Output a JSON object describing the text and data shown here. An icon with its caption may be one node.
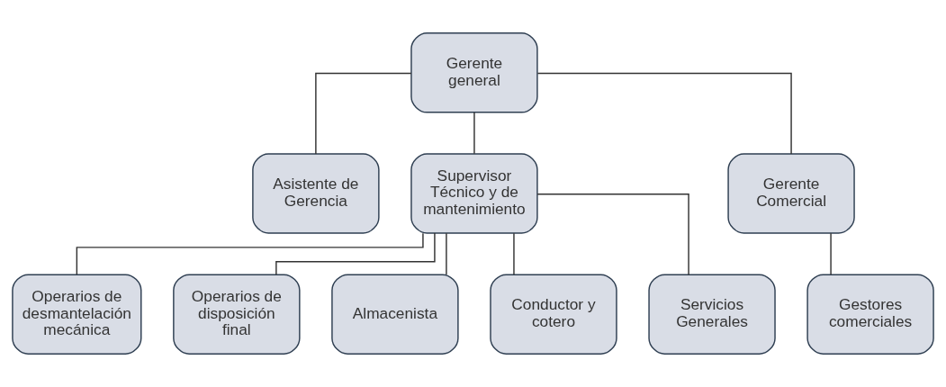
{
  "diagram": {
    "nodes": [
      {
        "text": [
          "Gerente general"
        ]
      },
      {
        "text": [
          "Asistente de Gerencia"
        ]
      },
      {
        "text": [
          "Supervisor Técnico y de mantenimiento"
        ]
      },
      {
        "text": [
          "Gerente Comercial"
        ]
      },
      {
        "text": [
          "Operarios de desmantelación mecánica"
        ]
      },
      {
        "text": [
          "Operarios de disposición final"
        ]
      },
      {
        "text": [
          "Almacenista"
        ]
      },
      {
        "text": [
          "Conductor y cotero"
        ]
      },
      {
        "text": [
          "Servicios Generales"
        ]
      },
      {
        "text": [
          "Gestores comerciales"
        ]
      }
    ],
    "edges": [
      {
        "from": 0,
        "to": 1,
        "arrow": "none"
      },
      {
        "from": 0,
        "to": 2,
        "arrow": "none"
      },
      {
        "from": 0,
        "to": 3,
        "arrow": "none"
      },
      {
        "from": 2,
        "to": 4,
        "arrow": "none"
      },
      {
        "from": 2,
        "to": 5,
        "arrow": "none"
      },
      {
        "from": 2,
        "to": 6,
        "arrow": "none"
      },
      {
        "from": 2,
        "to": 7,
        "arrow": "none"
      },
      {
        "from": 2,
        "to": 8,
        "arrow": "none"
      },
      {
        "from": 3,
        "to": 9,
        "arrow": "none"
      }
    ]
  }
}
